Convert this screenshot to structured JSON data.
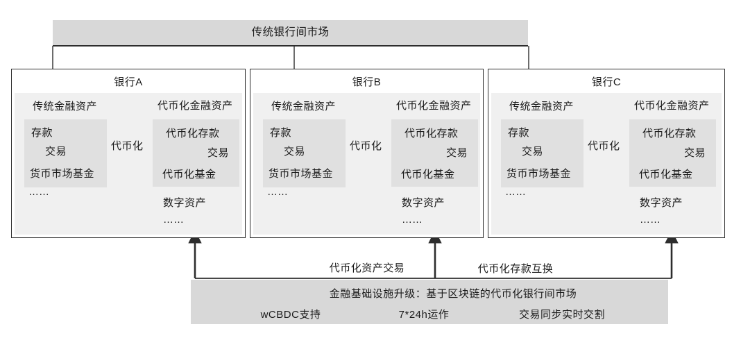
{
  "top_bar": {
    "label": "传统银行间市场"
  },
  "banks": [
    {
      "name": "银行A"
    },
    {
      "name": "银行B"
    },
    {
      "name": "银行C"
    }
  ],
  "bank_common": {
    "traditional_label": "传统金融资产",
    "tokenized_label": "代币化金融资产",
    "deposit": "存款",
    "trade": "交易",
    "money_market_fund": "货币市场基金",
    "tokenize_label": "代币化",
    "tokenized_deposit": "代币化存款",
    "tokenized_fund": "代币化基金",
    "digital_assets": "数字资产",
    "ellipsis": "……"
  },
  "bottom_links": {
    "asset_trading": "代币化资产交易",
    "deposit_swap": "代币化存款互换"
  },
  "bottom_bar": {
    "title": "金融基础设施升级：基于区块链的代币化银行间市场",
    "features": [
      "wCBDC支持",
      "7*24h运作",
      "交易同步实时交割"
    ]
  },
  "colors": {
    "bar_fill": "#d8d8d8",
    "panel_fill": "#f0f0f0",
    "inner_box_fill": "#e0e0e0",
    "line_color": "#2d2d2d",
    "text_color": "#1a1a1a"
  }
}
